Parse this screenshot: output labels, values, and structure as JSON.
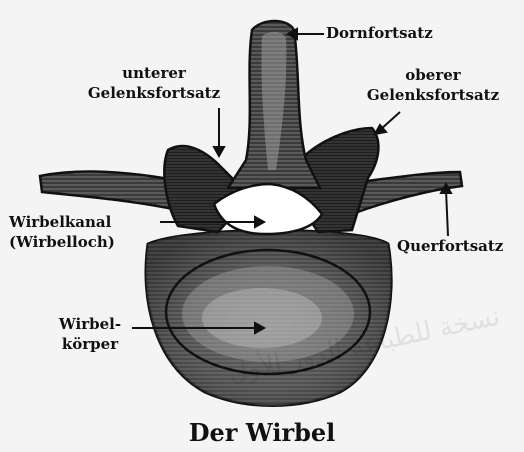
{
  "diagram": {
    "title": "Der Wirbel",
    "labels": {
      "dornfortsatz": "Dornfortsatz",
      "unterer_gelenksfortsatz": [
        "unterer",
        "Gelenksfortsatz"
      ],
      "oberer_gelenksfortsatz": [
        "oberer",
        "Gelenksfortsatz"
      ],
      "querfortsatz": "Querfortsatz",
      "wirbelkanal": [
        "Wirbelkanal",
        "(Wirbelloch)"
      ],
      "wirbelkoerper": [
        "Wirbel-",
        "körper"
      ]
    },
    "watermark": "نسخة للطباعة الدور الأول"
  }
}
